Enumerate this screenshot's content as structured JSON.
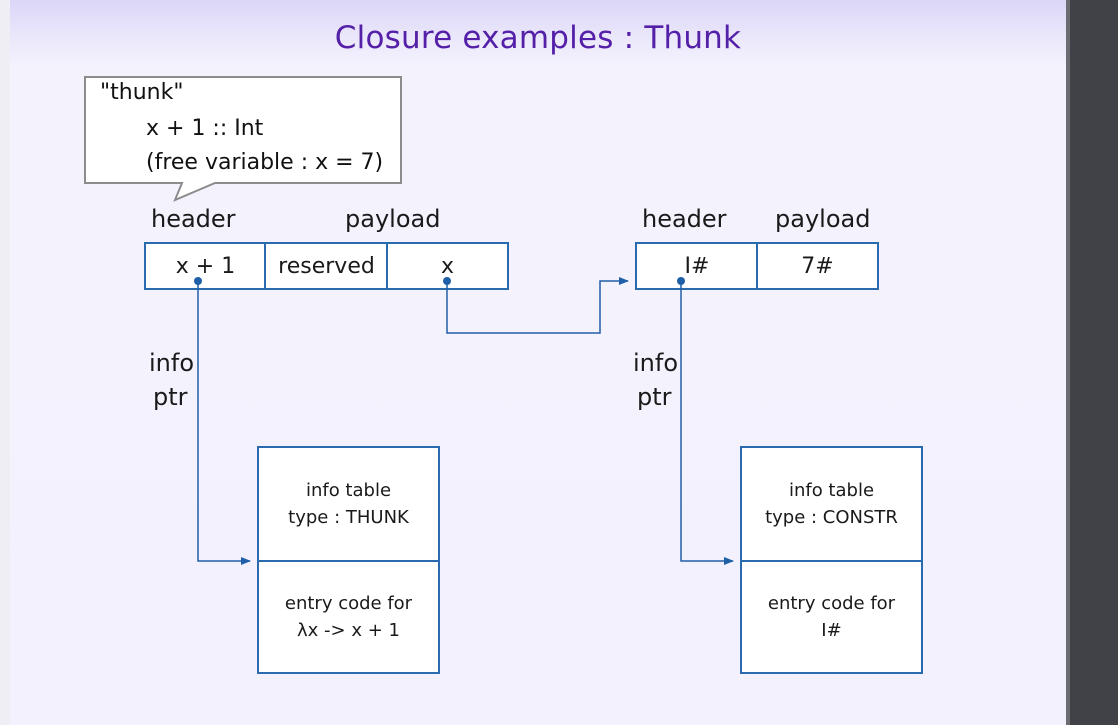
{
  "title": "Closure examples : Thunk",
  "callout": {
    "line1": "\"thunk\"",
    "line2": "x + 1  :: Int",
    "line3": "(free variable : x = 7)"
  },
  "thunk_closure": {
    "header_label": "header",
    "payload_label": "payload",
    "cells": [
      "x + 1",
      "reserved",
      "x"
    ],
    "info_ptr_label_1": "info",
    "info_ptr_label_2": "ptr",
    "info_table": {
      "line1": "info table",
      "line2": "type : THUNK",
      "entry_line1": "entry code for",
      "entry_line2": "λx -> x + 1"
    }
  },
  "constr_closure": {
    "header_label": "header",
    "payload_label": "payload",
    "cells": [
      "I#",
      "7#"
    ],
    "info_ptr_label_1": "info",
    "info_ptr_label_2": "ptr",
    "info_table": {
      "line1": "info table",
      "line2": "type : CONSTR",
      "entry_line1": "entry code for",
      "entry_line2": "I#"
    }
  },
  "colors": {
    "title": "#5520a8",
    "box_border": "#2a6bb0",
    "arrow": "#1f5fa8",
    "callout_border": "#8c8c8c"
  }
}
